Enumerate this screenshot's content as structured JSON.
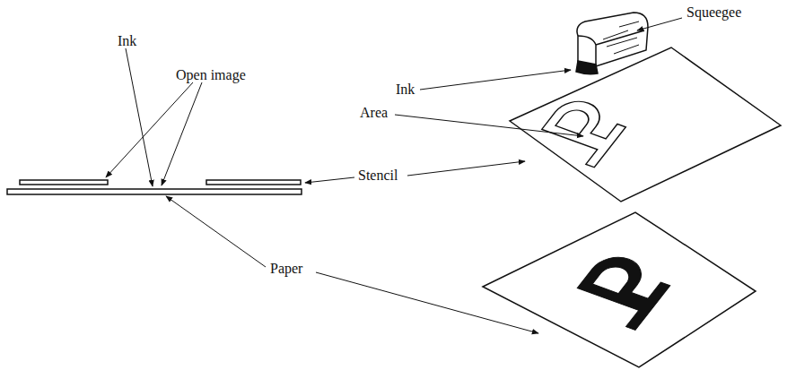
{
  "diagram": {
    "labels": [
      "Ink",
      "Open image",
      "Squeegee",
      "Ink",
      "Area",
      "Stencil",
      "Paper"
    ]
  }
}
